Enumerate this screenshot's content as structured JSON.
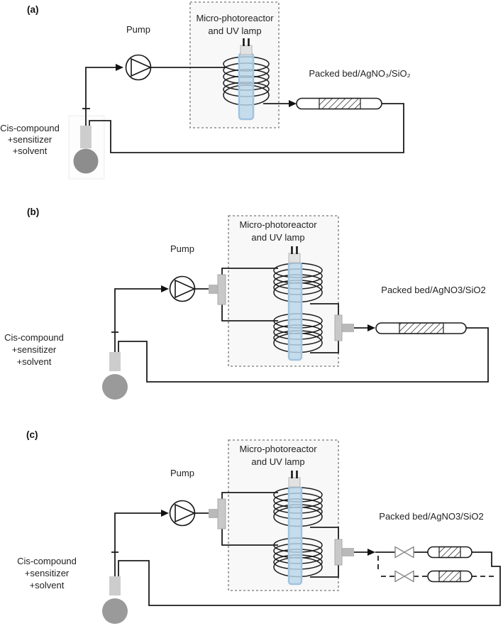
{
  "figure": {
    "panels": [
      {
        "tag": "(a)",
        "pump_label": "Pump",
        "reactor_label_line1": "Micro-photoreactor",
        "reactor_label_line2": "and UV lamp",
        "packed_bed_label": "Packed bed/AgNO₃/SiO₂",
        "feed_label_line1": "Cis-compound",
        "feed_label_line2": "+sensitizer",
        "feed_label_line3": "+solvent"
      },
      {
        "tag": "(b)",
        "pump_label": "Pump",
        "reactor_label_line1": "Micro-photoreactor",
        "reactor_label_line2": "and UV lamp",
        "packed_bed_label": "Packed bed/AgNO3/SiO2",
        "feed_label_line1": "Cis-compound",
        "feed_label_line2": "+sensitizer",
        "feed_label_line3": "+solvent"
      },
      {
        "tag": "(c)",
        "pump_label": "Pump",
        "reactor_label_line1": "Micro-photoreactor",
        "reactor_label_line2": "and UV lamp",
        "packed_bed_label": "Packed bed/AgNO3/SiO2",
        "feed_label_line1": "Cis-compound",
        "feed_label_line2": "+sensitizer",
        "feed_label_line3": "+solvent"
      }
    ],
    "colors": {
      "lamp_blue": "#b9d5ea",
      "lamp_blue_border": "#a0c4e0",
      "pipe": "#1c1c1c",
      "flask_gray_a": "#8d8d8d",
      "flask_gray_bc": "#9a9a9a",
      "fitting_gray": "#c3c3c3",
      "reactor_box_fill": "#f8f8f8"
    }
  }
}
